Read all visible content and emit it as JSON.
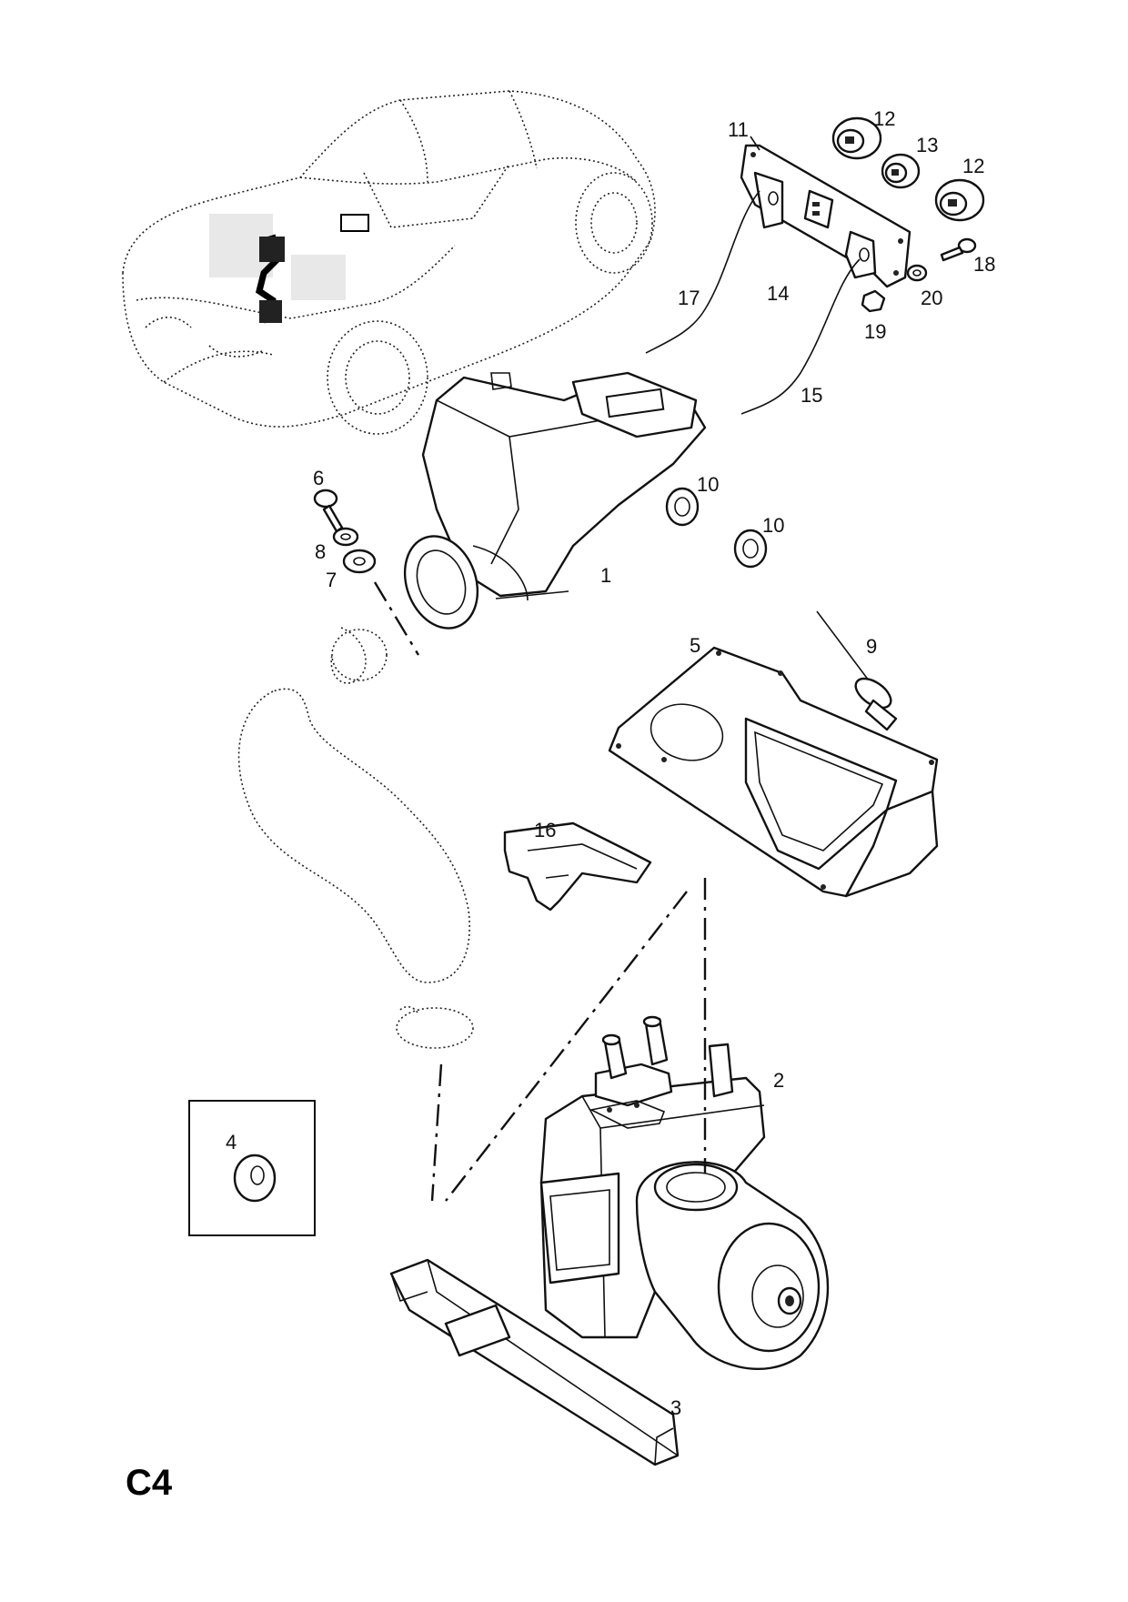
{
  "diagram": {
    "page_code": "C4",
    "callouts": [
      {
        "id": "c1",
        "text": "1"
      },
      {
        "id": "c2",
        "text": "2"
      },
      {
        "id": "c3",
        "text": "3"
      },
      {
        "id": "c4",
        "text": "4"
      },
      {
        "id": "c5",
        "text": "5"
      },
      {
        "id": "c6",
        "text": "6"
      },
      {
        "id": "c7",
        "text": "7"
      },
      {
        "id": "c8",
        "text": "8"
      },
      {
        "id": "c9",
        "text": "9"
      },
      {
        "id": "c10a",
        "text": "10"
      },
      {
        "id": "c10b",
        "text": "10"
      },
      {
        "id": "c11",
        "text": "11"
      },
      {
        "id": "c12a",
        "text": "12"
      },
      {
        "id": "c12b",
        "text": "12"
      },
      {
        "id": "c13",
        "text": "13"
      },
      {
        "id": "c14",
        "text": "14"
      },
      {
        "id": "c15",
        "text": "15"
      },
      {
        "id": "c16",
        "text": "16"
      },
      {
        "id": "c17",
        "text": "17"
      },
      {
        "id": "c18",
        "text": "18"
      },
      {
        "id": "c19",
        "text": "19"
      },
      {
        "id": "c20",
        "text": "20"
      }
    ]
  }
}
